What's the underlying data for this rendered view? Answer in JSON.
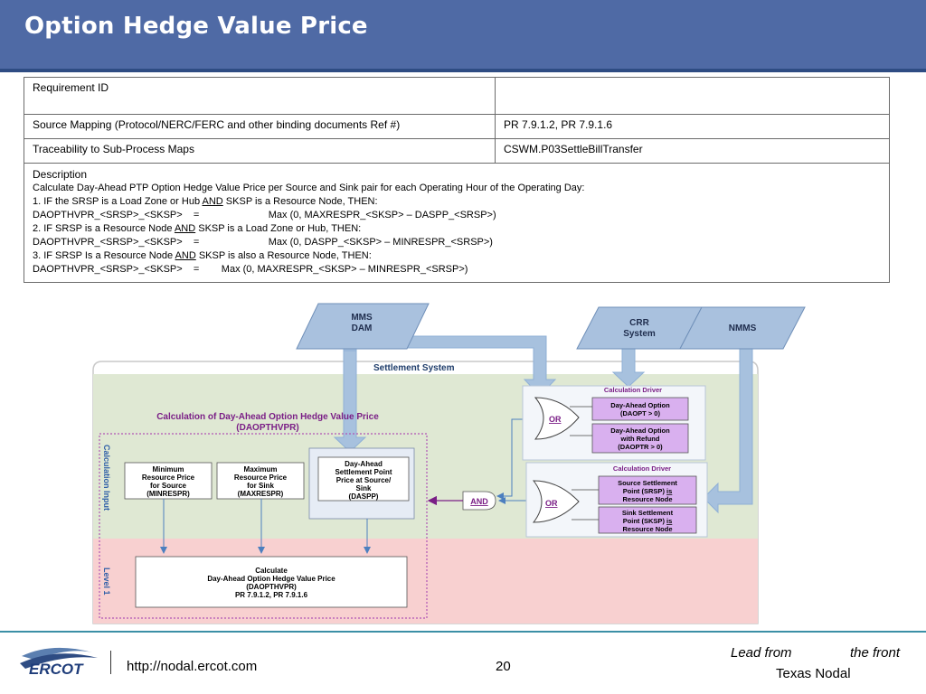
{
  "title": "Option Hedge Value Price",
  "table": {
    "rows": [
      {
        "label": "Requirement ID",
        "value": ""
      },
      {
        "label": "Source Mapping (Protocol/NERC/FERC and other binding documents Ref #)",
        "value": "PR 7.9.1.2, PR 7.9.1.6"
      },
      {
        "label": "Traceability to Sub-Process Maps",
        "value": "CSWM.P03SettleBillTransfer"
      }
    ],
    "description": {
      "heading": "Description",
      "intro": "Calculate Day-Ahead PTP Option Hedge Value Price per Source and Sink pair for each Operating Hour of the Operating Day:",
      "c1_pre": "1. IF the SRSP is a Load Zone or Hub ",
      "and": "AND",
      "c1_post": " SKSP is a Resource Node, THEN:",
      "f1": "DAOPTHVPR_<SRSP>_<SKSP>    =                         Max (0, MAXRESPR_<SKSP> – DASPP_<SRSP>)",
      "c2_pre": "2. IF SRSP is a Resource Node ",
      "c2_post": " SKSP is a Load Zone or Hub, THEN:",
      "f2": "DAOPTHVPR_<SRSP>_<SKSP>    =                         Max (0, DASPP_<SKSP> – MINRESPR_<SRSP>)",
      "c3_pre": "3. IF SRSP Is a Resource Node ",
      "c3_post": " SKSP is also a Resource Node, THEN:",
      "f3": "DAOPTHVPR_<SRSP>_<SKSP>    =        Max (0, MAXRESPR_<SKSP> – MINRESPR_<SRSP>)"
    }
  },
  "diagram": {
    "mms_dam": [
      "MMS",
      "DAM"
    ],
    "crr_system": [
      "CRR",
      "System"
    ],
    "nmms": "NMMS",
    "settlement_system": "Settlement System",
    "calc_title": [
      "Calculation of Day-Ahead Option Hedge Value Price",
      "(DAOPTHVPR)"
    ],
    "calculation_input": "Calculation Input",
    "level": "Level 1",
    "min_box": [
      "Minimum",
      "Resource Price",
      "for Source",
      "(MINRESPR)"
    ],
    "max_box": [
      "Maximum",
      "Resource Price",
      "for Sink",
      "(MAXRESPR)"
    ],
    "daspp_box": [
      "Day-Ahead",
      "Settlement Point",
      "Price at Source/",
      "Sink",
      "(DASPP)"
    ],
    "calc_box": [
      "Calculate",
      "Day-Ahead Option Hedge Value Price",
      "(DAOPTHVPR)",
      "PR 7.9.1.2, PR 7.9.1.6"
    ],
    "and_gate": "AND",
    "or_gate": "OR",
    "driver1": {
      "title": "Calculation Driver",
      "opt1": [
        "Day-Ahead Option",
        "(DAOPT > 0)"
      ],
      "opt2": [
        "Day-Ahead Option",
        "with Refund",
        "(DAOPTR > 0)"
      ]
    },
    "driver2": {
      "title": "Calculation Driver",
      "opt1_a": "Source Settlement",
      "opt1_b_pre": "Point (SRSP) ",
      "opt1_b_ul": "is",
      "opt1_c": "Resource Node",
      "opt2_a": "Sink Settlement",
      "opt2_b_pre": "Point (SKSP) ",
      "opt2_b_ul": "is",
      "opt2_c": "Resource Node"
    }
  },
  "footer": {
    "logo": "ERCOT",
    "url": "http://nodal.ercot.com",
    "page": "20",
    "tagline_a": "Lead from",
    "tagline_b": "the front",
    "tagline_c": "Texas Nodal"
  },
  "colors": {
    "header": "#4f6aa5",
    "diagram_green": "#dfe8d3",
    "diagram_pink": "#f8d0d0",
    "purple_box": "#d9b0ef",
    "purple_title": "#7a1e86",
    "arrow_blue": "#a7c1de"
  }
}
